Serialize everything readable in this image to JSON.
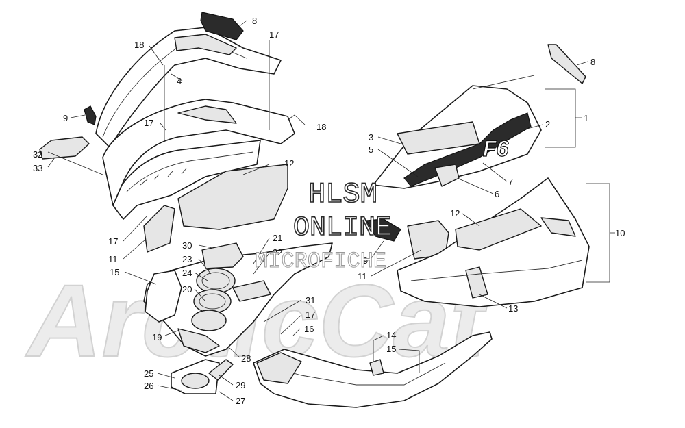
{
  "watermark": {
    "brand": "ArcticCat",
    "line1": "HLSM",
    "line2": "ONLINE",
    "line3": "MICROFICHE"
  },
  "callouts": [
    {
      "id": "c8a",
      "label": "8"
    },
    {
      "id": "c17a",
      "label": "17"
    },
    {
      "id": "c18a",
      "label": "18"
    },
    {
      "id": "c4",
      "label": "4"
    },
    {
      "id": "c9a",
      "label": "9"
    },
    {
      "id": "c17b",
      "label": "17"
    },
    {
      "id": "c18b",
      "label": "18"
    },
    {
      "id": "c32",
      "label": "32"
    },
    {
      "id": "c33",
      "label": "33"
    },
    {
      "id": "c12a",
      "label": "12"
    },
    {
      "id": "c17c",
      "label": "17"
    },
    {
      "id": "c11a",
      "label": "11"
    },
    {
      "id": "c30",
      "label": "30"
    },
    {
      "id": "c23",
      "label": "23"
    },
    {
      "id": "c21",
      "label": "21"
    },
    {
      "id": "c22",
      "label": "22"
    },
    {
      "id": "c15a",
      "label": "15"
    },
    {
      "id": "c24",
      "label": "24"
    },
    {
      "id": "c20",
      "label": "20"
    },
    {
      "id": "c31",
      "label": "31"
    },
    {
      "id": "c17d",
      "label": "17"
    },
    {
      "id": "c16",
      "label": "16"
    },
    {
      "id": "c19",
      "label": "19"
    },
    {
      "id": "c28",
      "label": "28"
    },
    {
      "id": "c25",
      "label": "25"
    },
    {
      "id": "c26",
      "label": "26"
    },
    {
      "id": "c29",
      "label": "29"
    },
    {
      "id": "c27",
      "label": "27"
    },
    {
      "id": "c14",
      "label": "14"
    },
    {
      "id": "c15b",
      "label": "15"
    },
    {
      "id": "c8b",
      "label": "8"
    },
    {
      "id": "c1",
      "label": "1"
    },
    {
      "id": "c2",
      "label": "2"
    },
    {
      "id": "c3",
      "label": "3"
    },
    {
      "id": "c5",
      "label": "5"
    },
    {
      "id": "c7",
      "label": "7"
    },
    {
      "id": "c6",
      "label": "6"
    },
    {
      "id": "c12b",
      "label": "12"
    },
    {
      "id": "c10",
      "label": "10"
    },
    {
      "id": "c9b",
      "label": "9"
    },
    {
      "id": "c11b",
      "label": "11"
    },
    {
      "id": "c13",
      "label": "13"
    }
  ]
}
